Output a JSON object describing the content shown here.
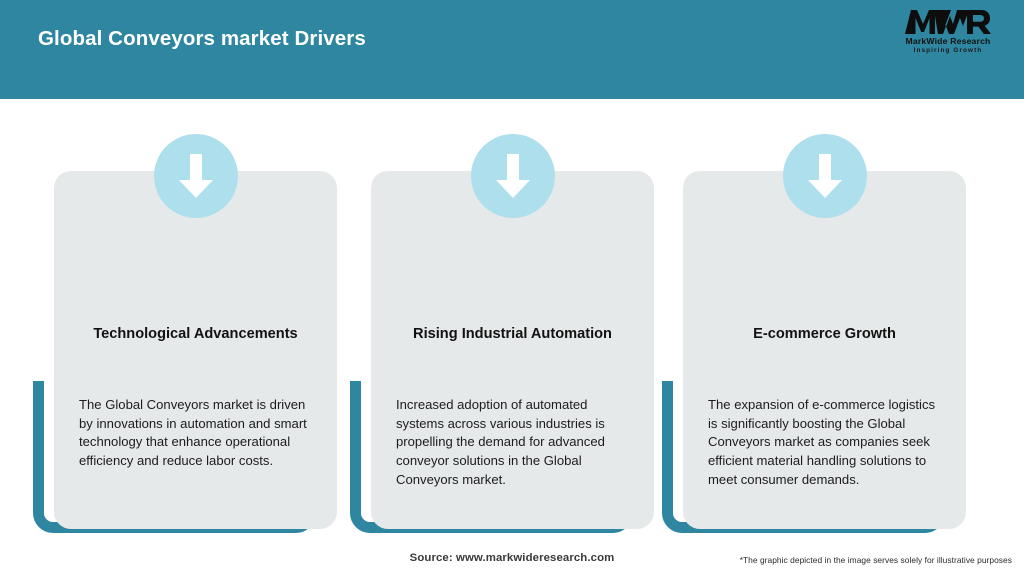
{
  "header": {
    "title": "Global Conveyors market Drivers",
    "bar_color": "#2e86a0",
    "title_color": "#ffffff"
  },
  "logo": {
    "mark": "MWR",
    "name": "MarkWide Research",
    "tagline": "Inspiring Growth"
  },
  "cards": [
    {
      "icon": "down-arrow-icon",
      "title": "Technological Advancements",
      "body": "The Global Conveyors market is driven by innovations in automation and smart technology that enhance operational efficiency and reduce labor costs."
    },
    {
      "icon": "down-arrow-icon",
      "title": "Rising Industrial Automation",
      "body": "Increased adoption of automated systems across various industries is propelling the demand for advanced conveyor solutions in the Global Conveyors market."
    },
    {
      "icon": "down-arrow-icon",
      "title": "E-commerce Growth",
      "body": "The expansion of e-commerce logistics is significantly boosting the Global Conveyors market as companies seek efficient material handling solutions to meet consumer demands."
    }
  ],
  "footer": {
    "source": "Source: www.markwideresearch.com",
    "disclaimer": "*The graphic depicted in the image serves solely for illustrative purposes"
  },
  "colors": {
    "teal": "#2e86a0",
    "card_bg": "#e6e9ea",
    "icon_circle": "#ade0ec",
    "page_bg": "#ffffff"
  }
}
